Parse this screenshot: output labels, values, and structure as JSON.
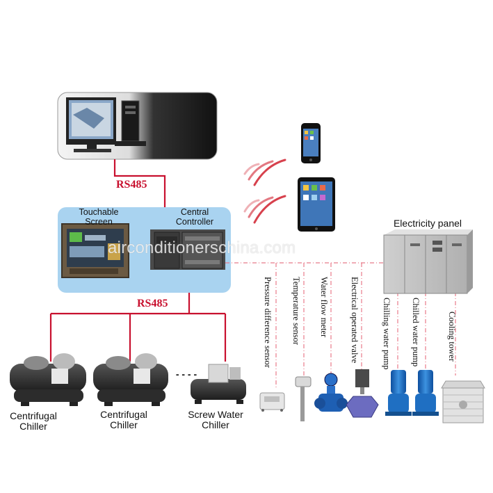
{
  "labels": {
    "touch_screen": "Touchable Screen",
    "central_controller": "Central Controller",
    "rs485_top": "RS485",
    "rs485_bottom": "RS485",
    "electricity_panel": "Electricity panel",
    "chiller1": "Centrifugal Chiller",
    "chiller2": "Centrifugal Chiller",
    "chiller3": "Screw Water Chiller",
    "pressure_sensor": "Pressure difference sensor",
    "temperature_sensor": "Temperature sensor",
    "water_flow_meter": "Water flow meter",
    "electrical_valve": "Electrical operated valve",
    "chilling_pump": "Chilling water pump",
    "chilled_pump": "Chilled water pump",
    "cooling_tower": "Cooling tower",
    "ellipsis": "- - - -"
  },
  "watermark": "airconditionerschina.com",
  "colors": {
    "rs485_line": "#c8102e",
    "panel_bg": "#a9d3f0",
    "pump_blue": "#1f6fc2"
  }
}
